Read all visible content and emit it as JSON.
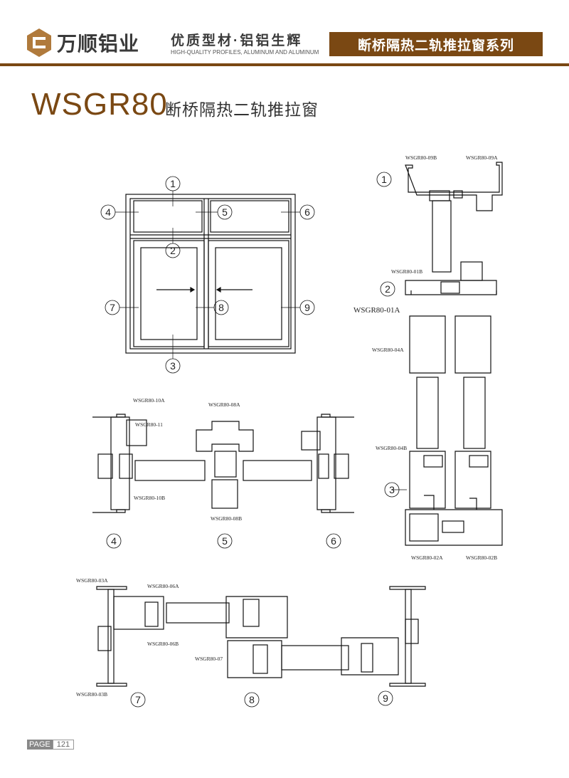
{
  "header": {
    "brand": "万顺铝业",
    "slogan": "优质型材·铝铝生辉",
    "slogan_en": "HIGH-QUALITY PROFILES, ALUMINUM AND ALUMINUM",
    "series": "断桥隔热二轨推拉窗系列"
  },
  "title": "WSGR80",
  "subtitle": "断桥隔热二轨推拉窗",
  "elevation": {
    "markers": [
      "1",
      "2",
      "3",
      "4",
      "5",
      "6",
      "7",
      "8",
      "9"
    ]
  },
  "right_section": {
    "labels": [
      "WSGR80-09B",
      "WSGR80-09A",
      "WSGR80-01B",
      "WSGR80-01A",
      "WSGR80-04A",
      "WSGR80-04B",
      "WSGR80-02A",
      "WSGR80-02B"
    ],
    "markers": [
      "1",
      "2",
      "3"
    ]
  },
  "middle_section": {
    "labels": [
      "WSGR80-10A",
      "WSGR80-11",
      "WSGR80-10B",
      "WSGR80-08A",
      "WSGR80-08B"
    ],
    "markers": [
      "4",
      "5",
      "6"
    ]
  },
  "bottom_section": {
    "labels": [
      "WSGR80-03A",
      "WSGR80-06A",
      "WSGR80-06B",
      "WSGR80-07",
      "WSGR80-03B"
    ],
    "markers": [
      "7",
      "8",
      "9"
    ]
  },
  "footer": {
    "page_label": "PAGE",
    "page_number": "121"
  },
  "colors": {
    "brand": "#7a4813"
  }
}
